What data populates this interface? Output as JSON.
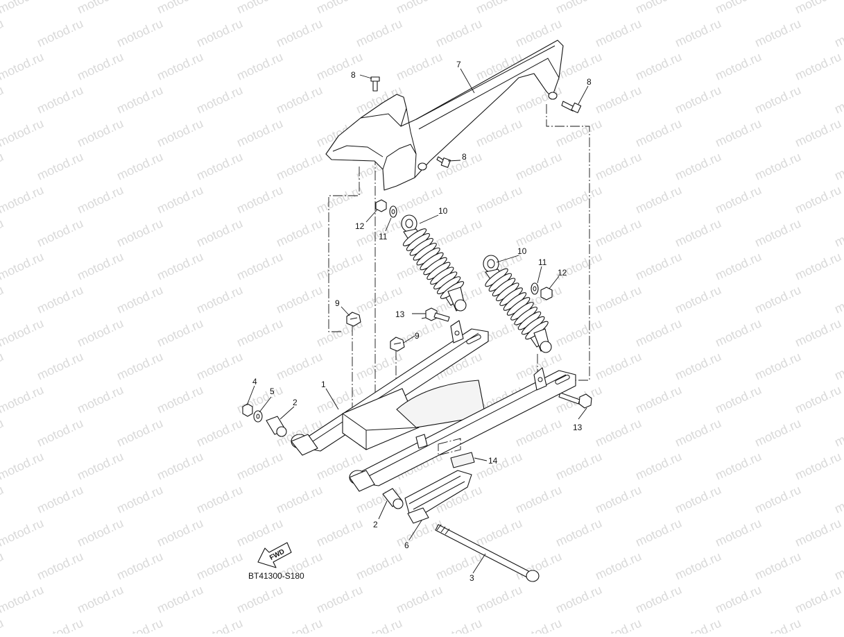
{
  "watermark": "motod.ru",
  "diagram_code": "BT41300-S180",
  "fwd_label": "FWD",
  "callouts": [
    {
      "id": "c8a",
      "label": "8"
    },
    {
      "id": "c7",
      "label": "7"
    },
    {
      "id": "c8b",
      "label": "8"
    },
    {
      "id": "c8c",
      "label": "8"
    },
    {
      "id": "c10a",
      "label": "10"
    },
    {
      "id": "c12a",
      "label": "12"
    },
    {
      "id": "c11a",
      "label": "11"
    },
    {
      "id": "c10b",
      "label": "10"
    },
    {
      "id": "c11b",
      "label": "11"
    },
    {
      "id": "c12b",
      "label": "12"
    },
    {
      "id": "c9a",
      "label": "9"
    },
    {
      "id": "c13a",
      "label": "13"
    },
    {
      "id": "c9b",
      "label": "9"
    },
    {
      "id": "c1",
      "label": "1"
    },
    {
      "id": "c4",
      "label": "4"
    },
    {
      "id": "c5",
      "label": "5"
    },
    {
      "id": "c2a",
      "label": "2"
    },
    {
      "id": "c13b",
      "label": "13"
    },
    {
      "id": "c14",
      "label": "14"
    },
    {
      "id": "c2b",
      "label": "2"
    },
    {
      "id": "c6",
      "label": "6"
    },
    {
      "id": "c3",
      "label": "3"
    }
  ]
}
